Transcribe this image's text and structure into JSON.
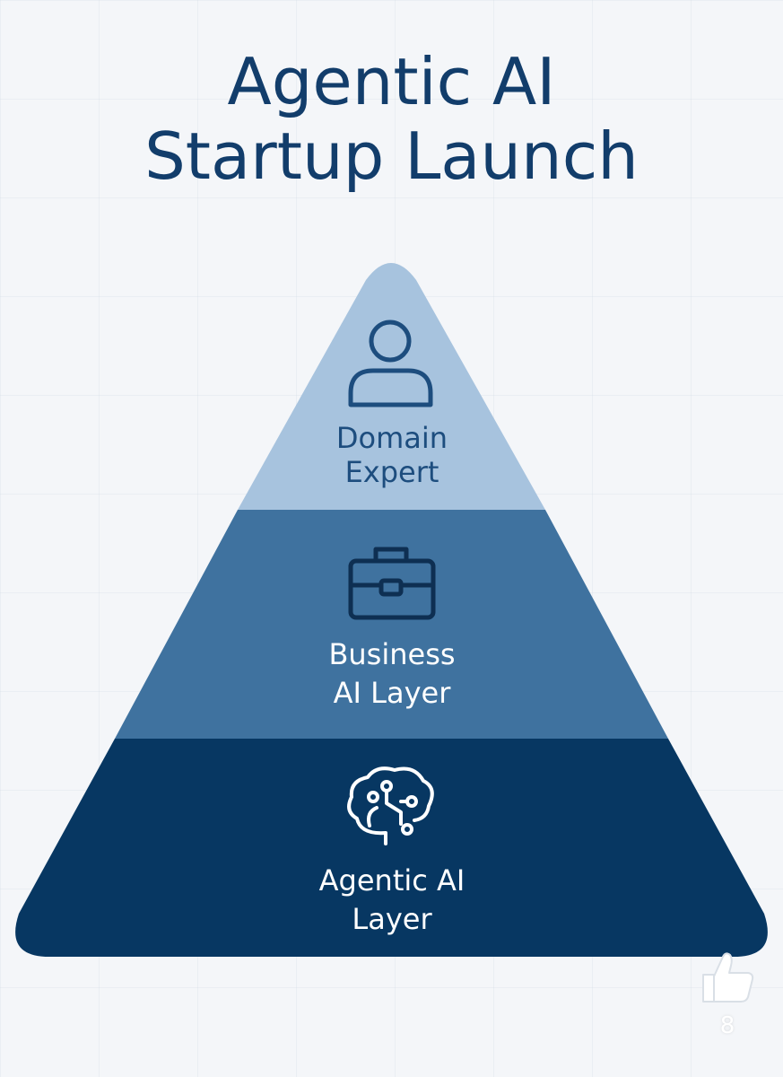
{
  "title": {
    "line1": "Agentic AI",
    "line2": "Startup Launch"
  },
  "tiers": [
    {
      "icon": "person-icon",
      "label_line1": "Domain",
      "label_line2": "Expert",
      "color": "#a7c3de",
      "text_color": "#1d4d7e"
    },
    {
      "icon": "briefcase-icon",
      "label_line1": "Business",
      "label_line2": "AI Layer",
      "color": "#3f729f",
      "text_color": "#ffffff"
    },
    {
      "icon": "brain-circuit-icon",
      "label_line1": "Agentic AI",
      "label_line2": "Layer",
      "color": "#073762",
      "text_color": "#ffffff"
    }
  ],
  "like": {
    "icon": "thumbs-up-icon",
    "count": "8"
  }
}
